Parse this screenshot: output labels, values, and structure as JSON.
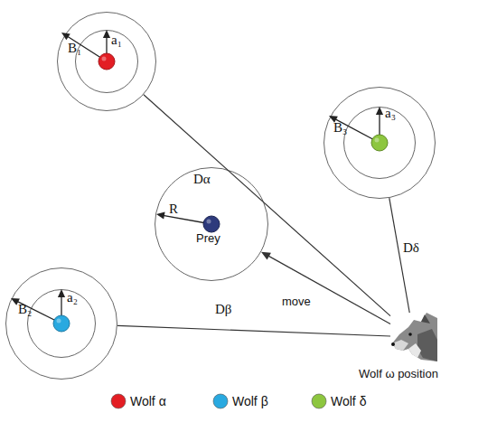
{
  "diagram": {
    "nodes": [
      {
        "text": [
          "B₁",
          "a₁"
        ]
      },
      {
        "text": [
          "B₃",
          "a₃"
        ]
      },
      {
        "text": [
          "R",
          "Prey"
        ]
      },
      {
        "text": [
          "B₂",
          "a₂"
        ]
      },
      {
        "text": [
          "Wolf ω position"
        ]
      }
    ],
    "edges": [
      {
        "from": 4,
        "to": 0,
        "label": "Dα",
        "arrow": "none"
      },
      {
        "from": 4,
        "to": 1,
        "label": "Dδ",
        "arrow": "none"
      },
      {
        "from": 4,
        "to": 2,
        "label": "move",
        "arrow": "to"
      },
      {
        "from": 4,
        "to": 3,
        "label": "Dβ",
        "arrow": "none"
      }
    ],
    "legend": [
      {
        "text": "Wolf α",
        "color": "#e31e24"
      },
      {
        "text": "Wolf β",
        "color": "#29a9e0"
      },
      {
        "text": "Wolf δ",
        "color": "#8dc63f"
      }
    ]
  }
}
